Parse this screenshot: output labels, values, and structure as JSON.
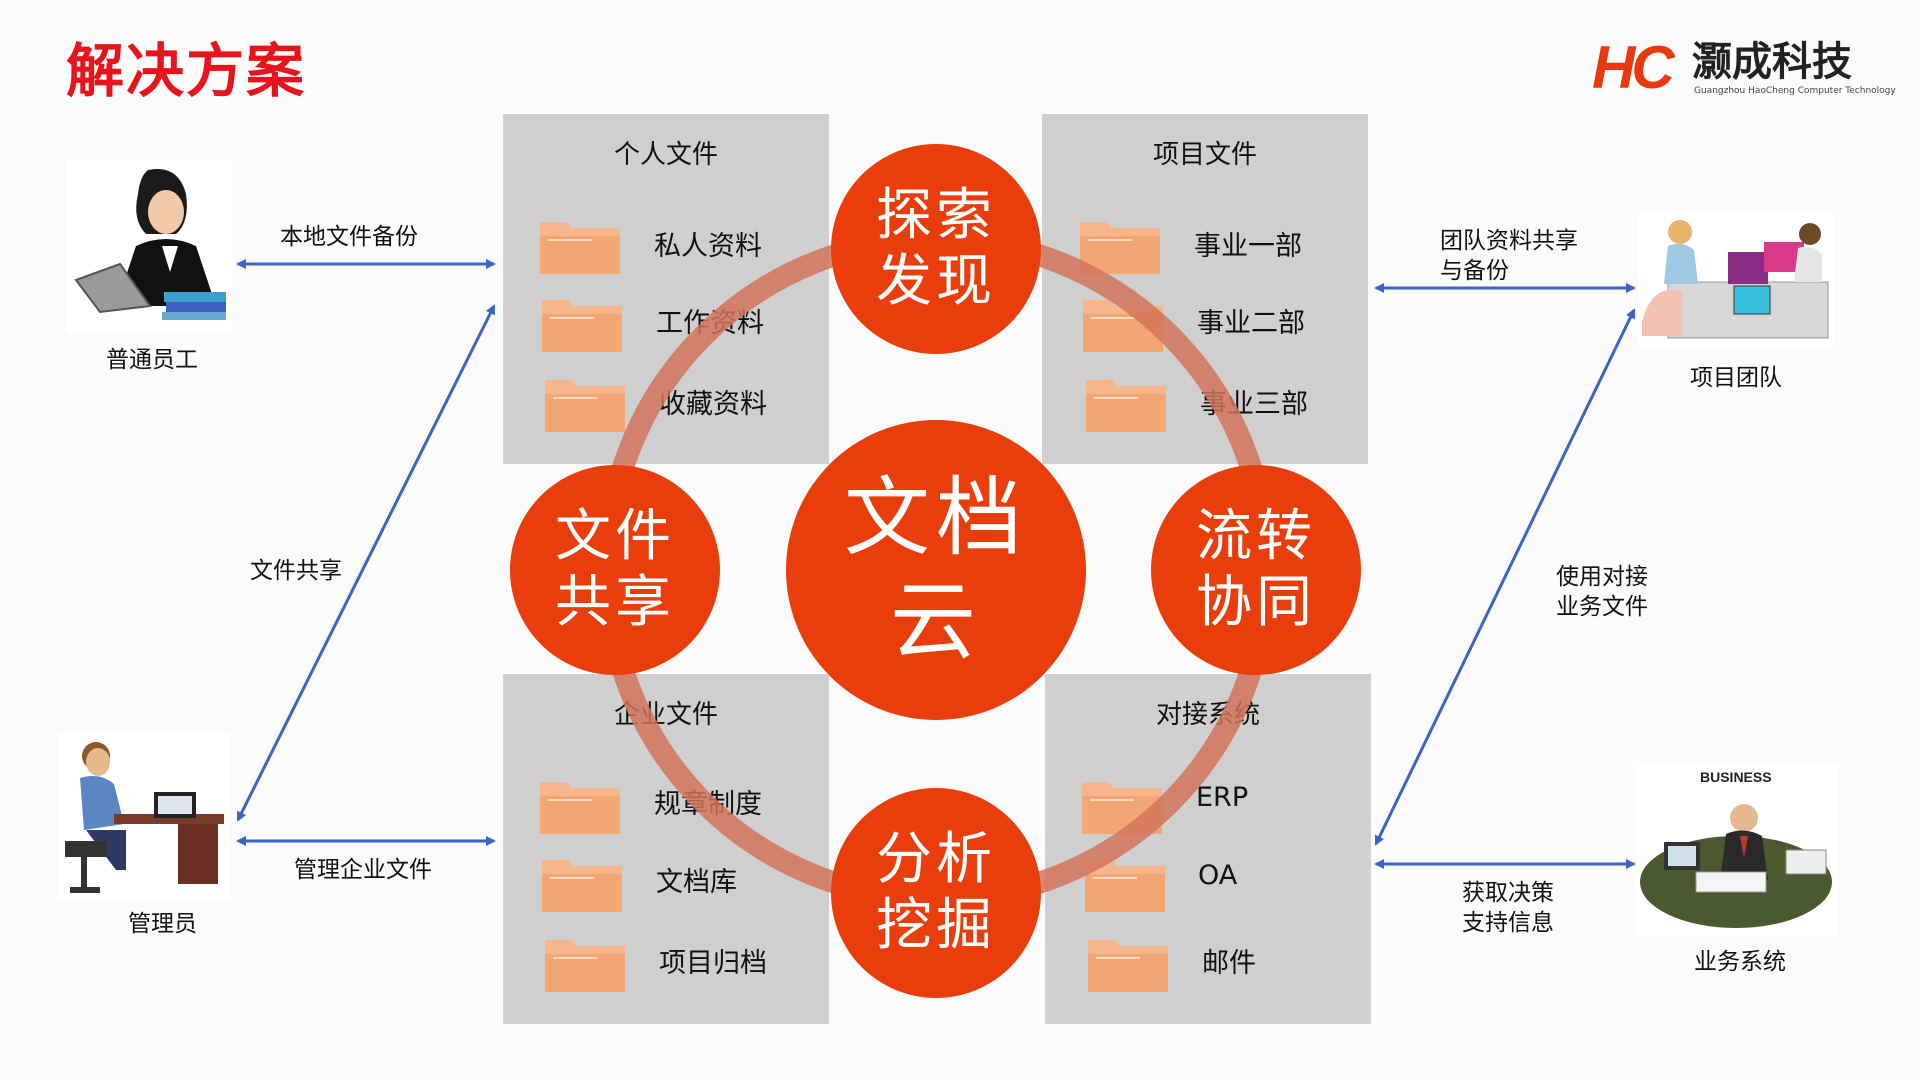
{
  "title": "解决方案",
  "logo": {
    "mark": "HC",
    "name": "灏成科技",
    "subtitle": "Guangzhou HaoCheng Computer Technology"
  },
  "center": {
    "line1": "文档",
    "line2": "云"
  },
  "circles": {
    "top": [
      "探索",
      "发现"
    ],
    "left": [
      "文件",
      "共享"
    ],
    "right": [
      "流转",
      "协同"
    ],
    "bottom": [
      "分析",
      "挖掘"
    ]
  },
  "panels": {
    "personal": {
      "title": "个人文件",
      "items": [
        "私人资料",
        "工作资料",
        "收藏资料"
      ]
    },
    "project": {
      "title": "项目文件",
      "items": [
        "事业一部",
        "事业二部",
        "事业三部"
      ]
    },
    "enterprise": {
      "title": "企业文件",
      "items": [
        "规章制度",
        "文档库",
        "项目归档"
      ]
    },
    "integration": {
      "title": "对接系统",
      "items": [
        "ERP",
        "OA",
        "邮件"
      ]
    }
  },
  "actors": {
    "employee": "普通员工",
    "admin": "管理员",
    "team": "项目团队",
    "business": "业务系统",
    "business_sign": "BUSINESS"
  },
  "links": {
    "backup": "本地文件备份",
    "file_share": "文件共享",
    "manage": "管理企业文件",
    "team_share": [
      "团队资料共享",
      "与备份"
    ],
    "use_docs": [
      "使用对接",
      "业务文件"
    ],
    "decision": [
      "获取决策",
      "支持信息"
    ]
  },
  "colors": {
    "accent": "#e93e0c",
    "title_red": "#e8141b",
    "ring": "#d2735a",
    "arrow": "#3f63c4",
    "panel": "#cfcfcf",
    "folder": "#f6b58a"
  }
}
